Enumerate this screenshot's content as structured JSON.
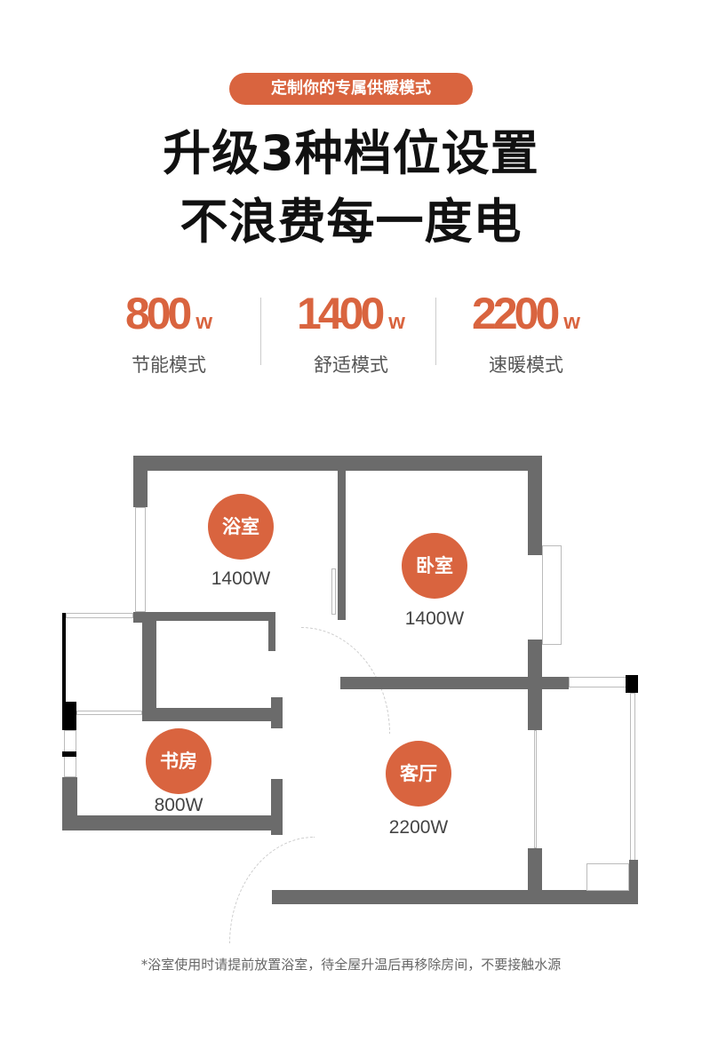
{
  "header": {
    "badge": "定制你的专属供暖模式",
    "title_line1": "升级3种档位设置",
    "title_line2": "不浪费每一度电"
  },
  "modes": [
    {
      "value": "800",
      "unit": "w",
      "label": "节能模式"
    },
    {
      "value": "1400",
      "unit": "w",
      "label": "舒适模式"
    },
    {
      "value": "2200",
      "unit": "w",
      "label": "速暖模式"
    }
  ],
  "rooms": [
    {
      "name": "浴室",
      "power": "1400W"
    },
    {
      "name": "卧室",
      "power": "1400W"
    },
    {
      "name": "书房",
      "power": "800W"
    },
    {
      "name": "客厅",
      "power": "2200W"
    }
  ],
  "footnote": "*浴室使用时请提前放置浴室，待全屋升温后再移除房间，不要接触水源",
  "colors": {
    "accent": "#d9643f",
    "wall": "#6b6b6b"
  }
}
